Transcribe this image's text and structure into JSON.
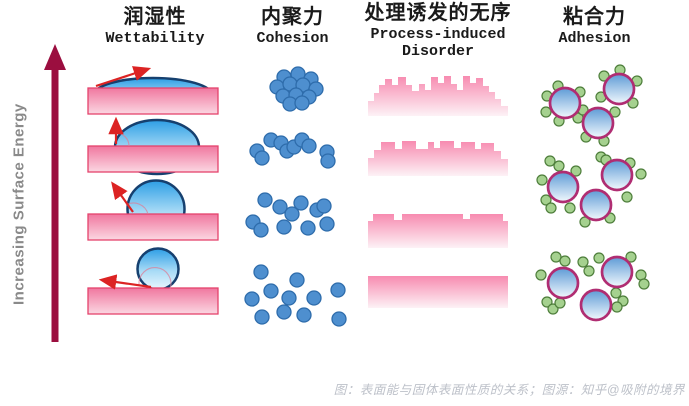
{
  "figure": {
    "axis_label": "Increasing Surface Energy",
    "caption": "图：表面能与固体表面性质的关系；图源：知乎@吸附的境界",
    "columns": [
      {
        "id": "wettability",
        "zh": "润湿性",
        "en": "Wettability"
      },
      {
        "id": "cohesion",
        "zh": "内聚力",
        "en": "Cohesion"
      },
      {
        "id": "disorder",
        "zh": "处理诱发的无序",
        "en": "Process-induced Disorder"
      },
      {
        "id": "adhesion",
        "zh": "粘合力",
        "en": "Adhesion"
      }
    ]
  },
  "colors": {
    "maroon-arrow": "#9B0E3F",
    "red-arrow": "#DC2323",
    "droplet-border": "#16406F",
    "droplet-top": "#2D9EE5",
    "droplet-mid": "#A8DBF6",
    "droplet-bottom": "#EAF7FE",
    "slab-top": "#F0779F",
    "slab-bottom": "#FBD7E2",
    "slab-border": "#E4436C",
    "block-top": "#F78BB0",
    "block-bottom": "#FDF2F6",
    "cohesion-dot": "#4E8FCF",
    "cohesion-dot-border": "#2E6CAB",
    "adhesion-ring": "#B02D72",
    "ball-top": "#5E9BD6",
    "ball-bottom": "#F2F9FD",
    "green-dot": "#A5D18F",
    "green-dot-border": "#4E7E3B",
    "axis-text": "#8A8A8A",
    "caption-text": "#BDC1C9",
    "header-text": "#1A1A1A"
  }
}
